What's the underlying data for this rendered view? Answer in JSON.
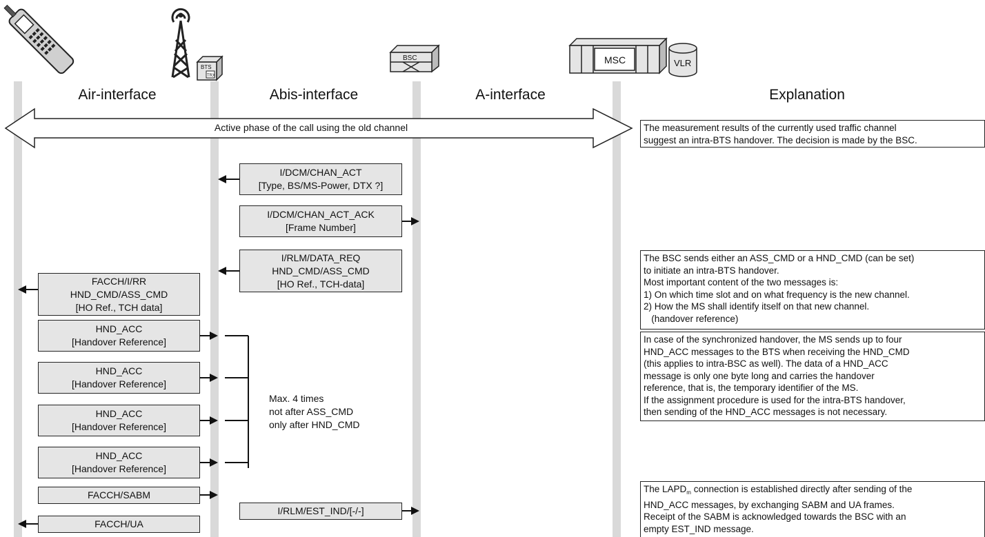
{
  "headers": {
    "air": "Air-interface",
    "abis": "Abis-interface",
    "a": "A-interface",
    "explanation": "Explanation"
  },
  "equipment": {
    "bts_label": "BTS",
    "trx_label": "TRX",
    "bsc_label": "BSC",
    "msc_label": "MSC",
    "vlr_label": "VLR"
  },
  "phase_arrow": {
    "label": "Active phase of the call using the old channel"
  },
  "messages": [
    {
      "lines": [
        "I/DCM/CHAN_ACT",
        "[Type, BS/MS-Power, DTX ?]"
      ],
      "direction": "left"
    },
    {
      "lines": [
        "I/DCM/CHAN_ACT_ACK",
        "[Frame Number]"
      ],
      "direction": "right"
    },
    {
      "lines": [
        "I/RLM/DATA_REQ",
        "HND_CMD/ASS_CMD",
        "[HO Ref., TCH-data]"
      ],
      "direction": "left"
    },
    {
      "lines": [
        "FACCH/I/RR",
        "HND_CMD/ASS_CMD",
        "[HO Ref., TCH data]"
      ],
      "direction": "left"
    },
    {
      "lines": [
        "HND_ACC",
        "[Handover Reference]"
      ],
      "direction": "right"
    },
    {
      "lines": [
        "HND_ACC",
        "[Handover Reference]"
      ],
      "direction": "right"
    },
    {
      "lines": [
        "HND_ACC",
        "[Handover Reference]"
      ],
      "direction": "right"
    },
    {
      "lines": [
        "HND_ACC",
        "[Handover Reference]"
      ],
      "direction": "right"
    },
    {
      "lines": [
        "FACCH/SABM"
      ],
      "direction": "right"
    },
    {
      "lines": [
        "I/RLM/EST_IND/[-/-]"
      ],
      "direction": "right"
    },
    {
      "lines": [
        "FACCH/UA"
      ],
      "direction": "left"
    }
  ],
  "repeat_note": {
    "lines": [
      "Max. 4 times",
      "not after ASS_CMD",
      "only after HND_CMD"
    ]
  },
  "explanations": [
    {
      "lines": [
        "The measurement results of the currently used traffic channel",
        "suggest an intra-BTS handover. The decision is made by the BSC."
      ]
    },
    {
      "lines": [
        "The BSC sends either an ASS_CMD or a HND_CMD (can be set)",
        "to initiate an intra-BTS handover.",
        "Most important content of the two messages is:",
        "1) On which time slot and on what frequency is the new channel.",
        "2) How the MS shall identify itself on that new channel.",
        "   (handover reference)"
      ]
    },
    {
      "lines": [
        "In case of the synchronized handover, the MS sends up to four",
        "HND_ACC messages to the BTS when receiving the HND_CMD",
        "(this applies to intra-BSC as well). The data of a HND_ACC",
        "message is only one byte long and carries the handover",
        "reference, that is, the temporary identifier of the MS.",
        "If the assignment procedure is used for the intra-BTS handover,",
        "then sending of the HND_ACC messages is not necessary."
      ]
    },
    {
      "first_pre": "The LAPD",
      "first_sub": "m",
      "first_post": " connection is established directly after sending of the",
      "lines": [
        "HND_ACC messages, by exchanging SABM and UA frames.",
        "Receipt of the SABM is acknowledged towards the BSC with an",
        "empty EST_IND message."
      ]
    }
  ]
}
